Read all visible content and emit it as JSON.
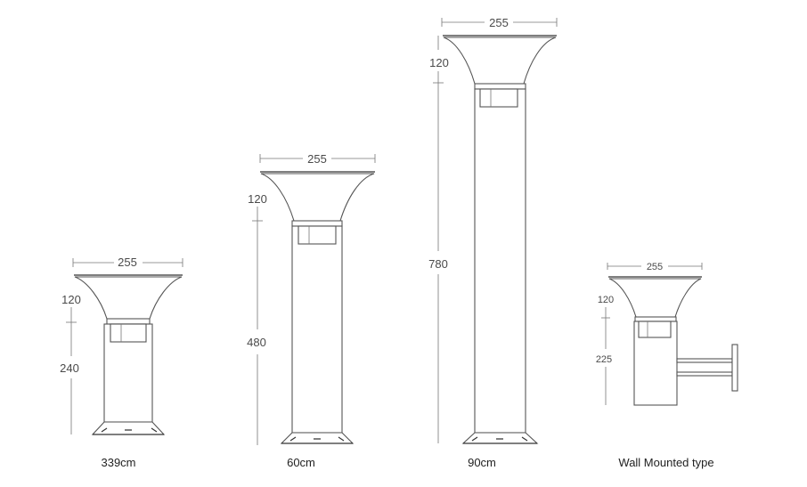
{
  "lamps": [
    {
      "id": "lamp-339",
      "caption": "339cm",
      "width_dim": "255",
      "head_dim": "120",
      "body_dim": "240"
    },
    {
      "id": "lamp-60",
      "caption": "60cm",
      "width_dim": "255",
      "head_dim": "120",
      "body_dim": "480"
    },
    {
      "id": "lamp-90",
      "caption": "90cm",
      "width_dim": "255",
      "head_dim": "120",
      "body_dim": "780"
    },
    {
      "id": "lamp-wall",
      "caption": "Wall Mounted type",
      "width_dim": "255",
      "head_dim": "120",
      "body_dim": "225"
    }
  ]
}
